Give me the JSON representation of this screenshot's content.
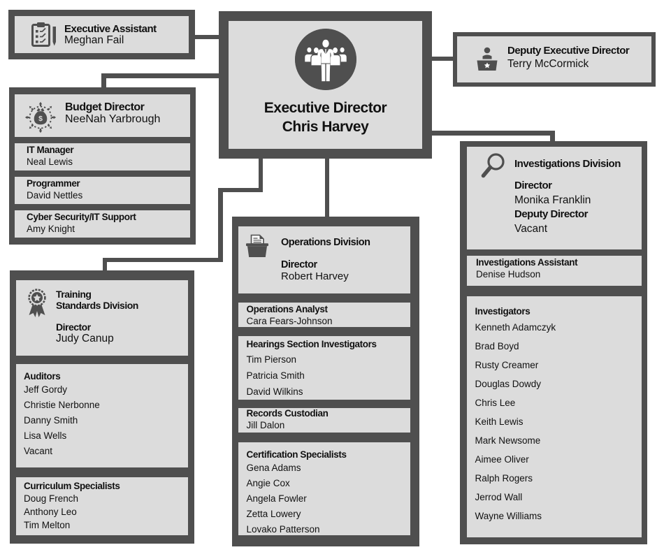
{
  "colors": {
    "dark": "#4f4f4f",
    "light": "#dcdcdc",
    "background": "#ffffff",
    "text": "#111111"
  },
  "boxes": {
    "executive_assistant": {
      "title": "Executive Assistant",
      "name": "Meghan Fail",
      "icon": "clipboard-pencil-icon"
    },
    "executive_director": {
      "title": "Executive Director",
      "name": "Chris Harvey",
      "icon": "people-group-icon"
    },
    "deputy_executive_director": {
      "title": "Deputy Executive Director",
      "name": "Terry McCormick",
      "icon": "reception-desk-icon"
    },
    "budget": {
      "title": "Budget Director",
      "name": "NeeNah Yarbrough",
      "icon": "money-bag-icon",
      "staff": [
        {
          "role": "IT Manager",
          "name": "Neal Lewis"
        },
        {
          "role": "Programmer",
          "name": "David Nettles"
        },
        {
          "role": "Cyber Security/IT Support",
          "name": "Amy Knight"
        }
      ]
    },
    "training": {
      "title_line1": "Training",
      "title_line2": "Standards Division",
      "role": "Director",
      "name": "Judy Canup",
      "icon": "award-ribbon-icon",
      "auditors": {
        "heading": "Auditors",
        "members": [
          "Jeff Gordy",
          "Christie Nerbonne",
          "Danny Smith",
          "Lisa Wells",
          "Vacant"
        ]
      },
      "curriculum": {
        "heading": "Curriculum Specialists",
        "members": [
          "Doug French",
          "Anthony Leo",
          "Tim Melton"
        ]
      }
    },
    "operations": {
      "title": "Operations Division",
      "role": "Director",
      "name": "Robert Harvey",
      "icon": "folder-document-icon",
      "analyst": {
        "role": "Operations Analyst",
        "name": "Cara Fears-Johnson"
      },
      "hearings": {
        "heading": "Hearings Section Investigators",
        "members": [
          "Tim Pierson",
          "Patricia Smith",
          "David Wilkins"
        ]
      },
      "records": {
        "role": "Records Custodian",
        "name": "Jill Dalon"
      },
      "certification": {
        "heading": "Certification Specialists",
        "members": [
          "Gena Adams",
          "Angie Cox",
          "Angela Fowler",
          "Zetta Lowery",
          "Lovako Patterson"
        ]
      }
    },
    "investigations": {
      "title": "Investigations Division",
      "role1": "Director",
      "name1": "Monika Franklin",
      "role2": "Deputy Director",
      "name2": "Vacant",
      "icon": "magnifier-icon",
      "assistant": {
        "role": "Investigations Assistant",
        "name": "Denise Hudson"
      },
      "investigators": {
        "heading": "Investigators",
        "members": [
          "Kenneth Adamczyk",
          "Brad Boyd",
          "Rusty Creamer",
          "Douglas Dowdy",
          "Chris Lee",
          "Keith Lewis",
          "Mark Newsome",
          "Aimee Oliver",
          "Ralph Rogers",
          "Jerrod Wall",
          "Wayne Williams"
        ]
      }
    }
  }
}
